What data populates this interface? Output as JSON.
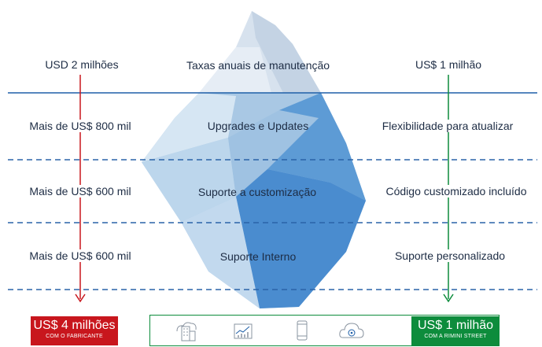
{
  "left_column": [
    {
      "text": "USD 2 milhões"
    },
    {
      "text": "Mais de US$ 800 mil"
    },
    {
      "text": "Mais de US$ 600 mil"
    },
    {
      "text": "Mais de US$ 600 mil"
    }
  ],
  "center_labels": [
    {
      "text": "Taxas anuais de manutenção"
    },
    {
      "text": "Upgrades e Updates"
    },
    {
      "text": "Suporte a customização"
    },
    {
      "text": "Suporte Interno"
    }
  ],
  "right_column": [
    {
      "text": "US$ 1 milhão"
    },
    {
      "text": "Flexibilidade para atualizar"
    },
    {
      "text": "Código customizado incluído"
    },
    {
      "text": "Suporte personalizado"
    }
  ],
  "left_total": {
    "amount": "US$ 4 milhões",
    "caption": "COM O FABRICANTE"
  },
  "right_total": {
    "amount": "US$ 1 milhão",
    "caption": "COM A RIMINI STREET"
  },
  "strip_icons": [
    {
      "icon": "building-cloud-icon"
    },
    {
      "icon": "analytics-chart-icon"
    },
    {
      "icon": "mobile-phone-icon"
    },
    {
      "icon": "cloud-gear-icon"
    }
  ],
  "colors": {
    "left_accent": "#c8161d",
    "right_accent": "#0d8c3c",
    "waterline": "#1e5fa8",
    "dashed": "#2a63a8",
    "text": "#1d2c44"
  }
}
